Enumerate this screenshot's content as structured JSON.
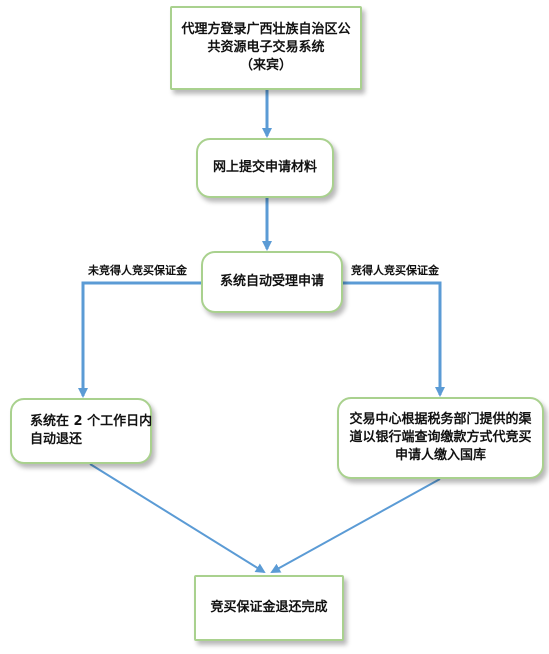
{
  "nodes": {
    "start": {
      "lines": [
        "代理方登录广西壮族自治区公",
        "共资源电子交易系统",
        "（来宾）"
      ]
    },
    "submit": {
      "lines": [
        "网上提交申请材料"
      ]
    },
    "auto_accept": {
      "lines": [
        "系统自动受理申请"
      ]
    },
    "auto_refund": {
      "lines": [
        "系统在 2 个工作日内",
        "自动退还"
      ]
    },
    "center_refund": {
      "lines": [
        "交易中心根据税务部门提供的渠",
        "道以银行端查询缴款方式代竞买",
        "申请人缴入国库"
      ]
    },
    "done": {
      "lines": [
        "竞买保证金退还完成"
      ]
    }
  },
  "edges": {
    "non_winner": "未竞得人竞买保证金",
    "winner": "竞得人竞买保证金"
  },
  "colors": {
    "arrow": "#5b9bd5",
    "border": "#a9d18e"
  }
}
